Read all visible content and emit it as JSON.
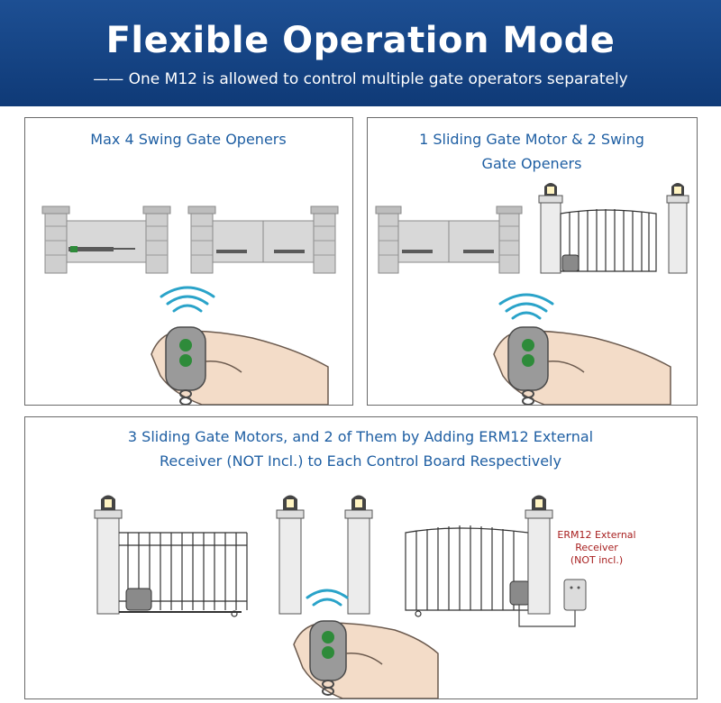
{
  "header": {
    "title": "Flexible Operation Mode",
    "subtitle": "—— One M12 is allowed to control multiple gate operators separately"
  },
  "panels": [
    {
      "title": "Max 4 Swing Gate Openers"
    },
    {
      "title_line1": "1 Sliding Gate Motor & 2 Swing",
      "title_line2": "Gate Openers"
    },
    {
      "title_line1": "3 Sliding Gate Motors, and 2 of Them by Adding ERM12 External",
      "title_line2": "Receiver (NOT Incl.) to Each Control Board Respectively"
    }
  ],
  "receiver_label": {
    "line1": "ERM12 External",
    "line2": "Receiver",
    "line3": "(NOT incl.)"
  },
  "colors": {
    "banner": "#1a4a8c",
    "title_blue": "#1f5fa3",
    "receiver_red": "#a82020",
    "remote_button": "#2e8b3a"
  }
}
